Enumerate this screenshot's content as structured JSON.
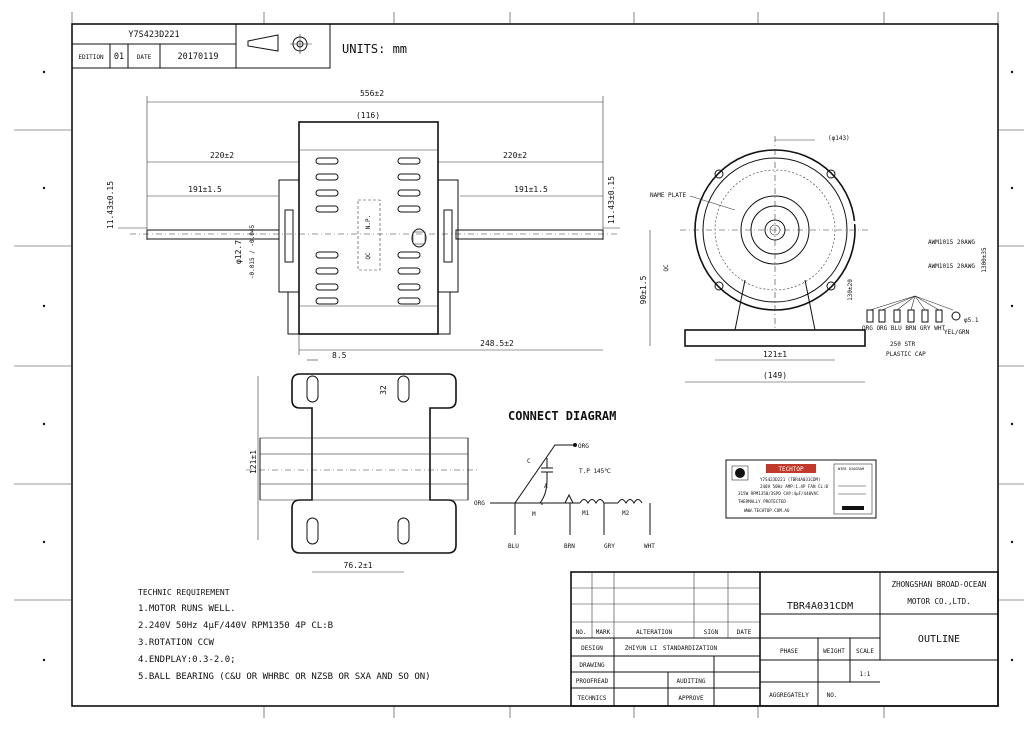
{
  "header": {
    "drawing_no": "Y7S423D221",
    "edition_label": "EDITION",
    "edition_value": "01",
    "date_label": "DATE",
    "date_value": "20170119",
    "units": "UNITS: mm"
  },
  "dimensions": {
    "overall_length": "556±2",
    "body_length": "(116)",
    "shaft_left": "220±2",
    "shaft_right": "220±2",
    "shaft_len_left": "191±1.5",
    "shaft_len_right": "191±1.5",
    "flat_left": "11.43±0.15",
    "flat_right": "11.43±0.15",
    "shaft_dia": "φ12.7",
    "shaft_tol": "-0.015 / -0.045",
    "base_offset": "248.5±2",
    "slot_width": "8.5",
    "slot_len": "32",
    "base_width": "121±1",
    "base_hole_pitch": "76.2±1",
    "housing_dia": "(φ143)",
    "center_height": "90±1.5",
    "foot_pitch": "121±1",
    "foot_width": "(149)",
    "wire_len_a": "130±20",
    "wire_len_b": "1300±35",
    "terminal_dia": "φ5.1"
  },
  "labels": {
    "np": "N.P.",
    "qc": "QC",
    "qc_side": "QC",
    "name_plate": "NAME PLATE",
    "wire_spec_1": "AWM1015 20AWG",
    "wire_spec_2": "AWM1015 20AWG",
    "wire_colors": "ORG ORG BLU BRN GRY WHT",
    "yel_grn": "YEL/GRN",
    "str_250": "250 STR",
    "plastic_cap": "PLASTIC CAP"
  },
  "connect": {
    "title": "CONNECT DIAGRAM",
    "org_top": "ORG",
    "org_left": "ORG",
    "cap": "C",
    "a": "A",
    "tp": "T.P 145℃",
    "m": "M",
    "m1": "M1",
    "m2": "M2",
    "blu": "BLU",
    "brn": "BRN",
    "gry": "GRY",
    "wht": "WHT"
  },
  "nameplate": {
    "brand": "TECHTOP",
    "line1": "Y7S423D221 (TBR4A031CDM)",
    "line2": "240V 50Hz AMP:1.4P FAN CL:B",
    "line3": "315W RPM1350/3SPD CAP:4μF/440VAC",
    "line4": "THERMALLY PROTECTED",
    "line5": "WWW.TECHTOP.COM.AU",
    "wire_title": "WIRE DIAGRAM"
  },
  "requirements": {
    "title": "TECHNIC REQUIREMENT",
    "items": [
      "1.MOTOR RUNS WELL.",
      "2.240V  50Hz  4μF/440V  RPM1350  4P  CL:B",
      "3.ROTATION  CCW",
      "4.ENDPLAY:0.3-2.0;",
      "5.BALL BEARING (C&U OR WHRBC OR NZSB OR SXA AND SO ON)"
    ]
  },
  "title_block": {
    "model": "TBR4A031CDM",
    "company_1": "ZHONGSHAN BROAD-OCEAN",
    "company_2": "MOTOR CO.,LTD.",
    "doc_type": "OUTLINE",
    "no": "NO.",
    "mark": "MARK",
    "alteration": "ALTERATION",
    "sign": "SIGN",
    "date": "DATE",
    "design": "DESIGN",
    "design_value": "ZHIYUN LI",
    "standardization": "STANDARDIZATION",
    "drawing": "DRAWING",
    "proofread": "PROOFREAD",
    "auditing": "AUDITING",
    "technics": "TECHNICS",
    "approve": "APPROVE",
    "phase": "PHASE",
    "weight": "WEIGHT",
    "scale": "SCALE",
    "scale_value": "1:1",
    "aggregately": "AGGREGATELY",
    "no2": "NO."
  }
}
